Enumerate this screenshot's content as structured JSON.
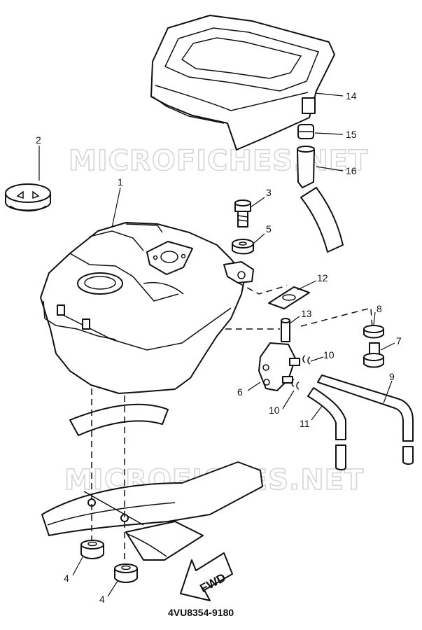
{
  "watermark": "MICROFICHES.NET",
  "diagram_code": "4VU8354-9180",
  "fwd_label": "FWD",
  "callouts": {
    "c1": "1",
    "c2": "2",
    "c3": "3",
    "c4a": "4",
    "c4b": "4",
    "c5": "5",
    "c6": "6",
    "c7": "7",
    "c8": "8",
    "c9": "9",
    "c10a": "10",
    "c10b": "10",
    "c11": "11",
    "c12": "12",
    "c13": "13",
    "c14": "14",
    "c15": "15",
    "c16": "16"
  }
}
